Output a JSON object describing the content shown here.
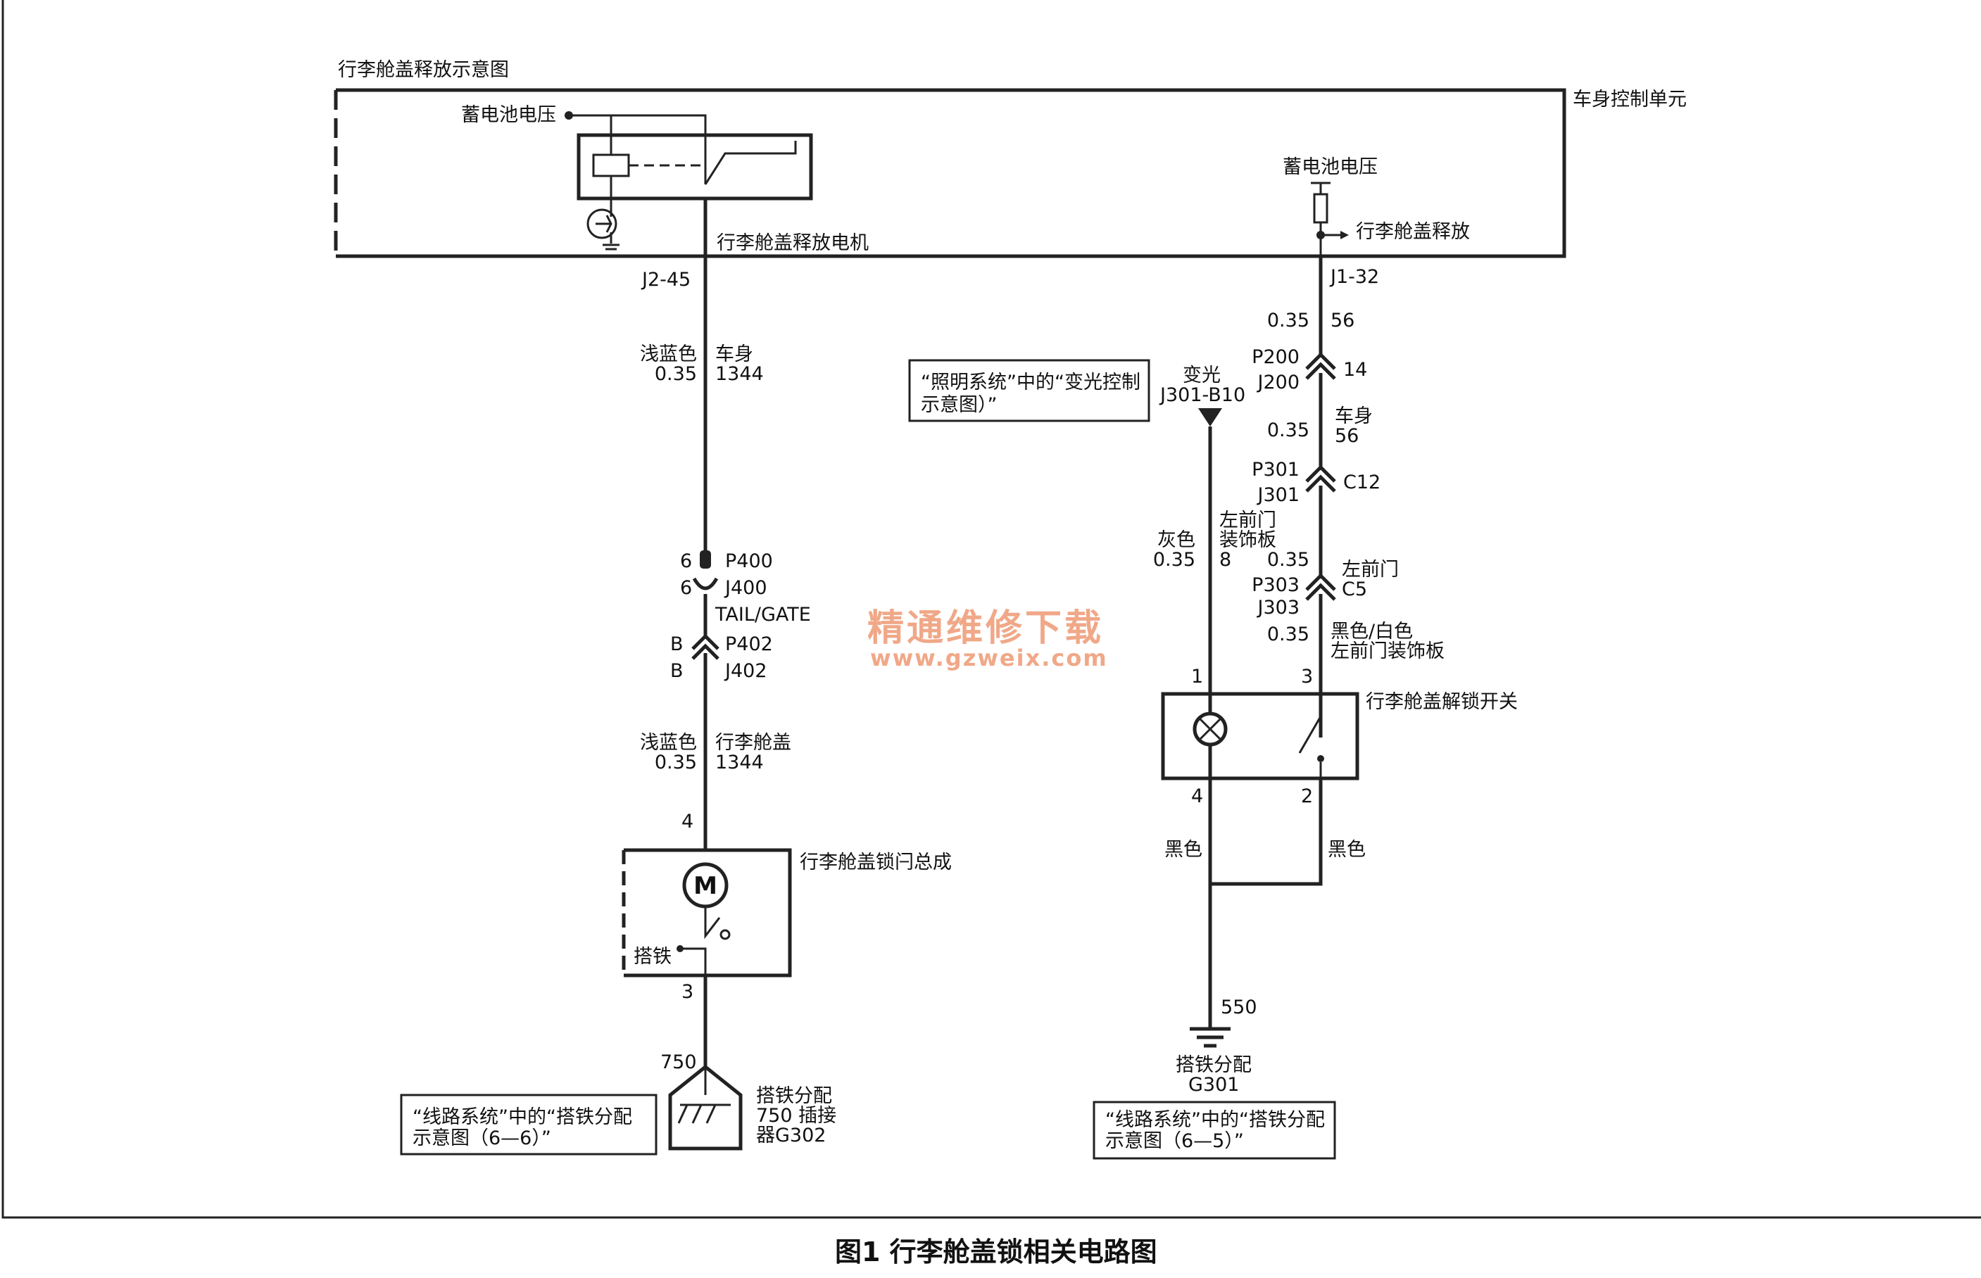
{
  "titles": {
    "release_diagram": "行李舱盖释放示意图",
    "body_control_unit": "车身控制单元",
    "caption": "图1 行李舱盖锁相关电路图"
  },
  "left_circuit": {
    "battery_voltage": "蓄电池电压",
    "release_motor": "行李舱盖释放电机",
    "pin_j2": "J2-45",
    "wire1_color": "浅蓝色",
    "wire1_size": "0.35",
    "wire1_loc": "车身",
    "wire1_circuit": "1344",
    "p400_pin": "6",
    "p400": "P400",
    "j400_pin": "6",
    "j400": "J400",
    "tailgate": "TAIL/GATE",
    "p402_pin": "B",
    "p402": "P402",
    "j402_pin": "B",
    "j402": "J402",
    "wire2_color": "浅蓝色",
    "wire2_size": "0.35",
    "wire2_loc": "行李舱盖",
    "wire2_circuit": "1344",
    "lock_pin_top": "4",
    "lock_assembly": "行李舱盖锁闩总成",
    "motor_symbol": "M",
    "ground_label": "搭铁",
    "lock_pin_bottom": "3",
    "ground_circuit": "750",
    "g302_line1": "搭铁分配",
    "g302_line2": "750 插接",
    "g302_line3": "器G302",
    "ref1_line1": "“线路系统”中的“搭铁分配",
    "ref1_line2": "示意图（6—6）”"
  },
  "right_circuit": {
    "battery_voltage": "蓄电池电压",
    "release_signal": "行李舱盖释放",
    "pin_j1": "J1-32",
    "w1_size": "0.35",
    "w1_circuit": "56",
    "p200": "P200",
    "j200": "J200",
    "c200_pin": "14",
    "w2_size": "0.35",
    "w2_loc": "车身",
    "w2_circuit": "56",
    "p301": "P301",
    "j301": "J301",
    "c301_pin": "C12",
    "w3_size": "0.35",
    "w3_loc": "左前门",
    "p303": "P303",
    "j303": "J303",
    "c303_pin": "C5",
    "w4_size": "0.35",
    "w4_color": "黑色/白色",
    "w4_loc": "左前门装饰板",
    "dimmer_label": "变光",
    "dimmer_pin": "J301-B10",
    "ref_dimmer_line1": "“照明系统”中的“变光控制",
    "ref_dimmer_line2": "示意图）”",
    "gray_wire_color": "灰色",
    "gray_wire_size": "0.35",
    "gray_wire_loc1": "左前门",
    "gray_wire_loc2": "装饰板",
    "gray_wire_circuit": "8",
    "switch_pin1": "1",
    "switch_pin3": "3",
    "switch_name": "行李舱盖解锁开关",
    "switch_pin4": "4",
    "switch_pin2": "2",
    "black_left": "黑色",
    "black_right": "黑色",
    "ground_circuit": "550",
    "g301_line1": "搭铁分配",
    "g301_line2": "G301",
    "ref2_line1": "“线路系统”中的“搭铁分配",
    "ref2_line2": "示意图（6—5）”"
  },
  "watermark": {
    "cn": "精通维修下载",
    "url": "www.gzweix.com"
  }
}
